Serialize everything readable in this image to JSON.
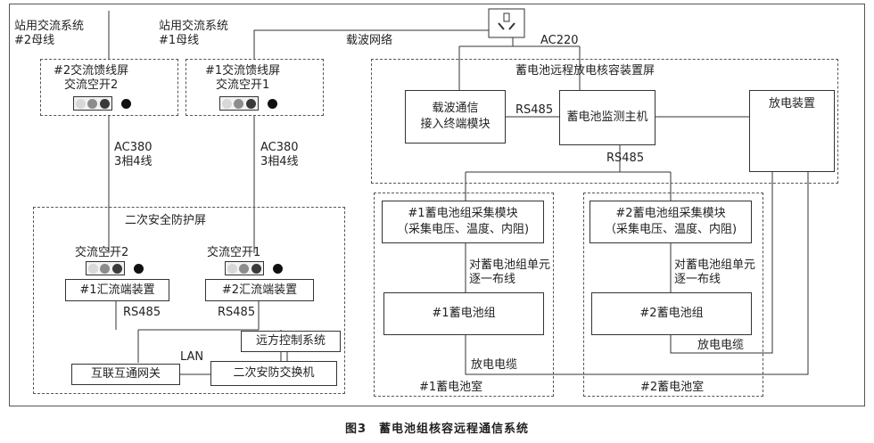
{
  "top": {
    "bus2": [
      "站用交流系统",
      "#2母线"
    ],
    "bus1": [
      "站用交流系统",
      "#1母线"
    ],
    "carrier": "载波网络",
    "ac220": "AC220"
  },
  "left": {
    "feeder2": [
      "#2交流馈线屏",
      "交流空开2"
    ],
    "feeder1": [
      "#1交流馈线屏",
      "交流空开1"
    ],
    "ac380_a": [
      "AC380",
      "3相4线"
    ],
    "ac380_b": [
      "AC380",
      "3相4线"
    ],
    "security_screen": "二次安全防护屏",
    "breaker2": "交流空开2",
    "breaker1": "交流空开1",
    "conv1": "#1汇流端装置",
    "conv2": "#2汇流端装置",
    "rs485_a": "RS485",
    "rs485_b": "RS485",
    "lan": "LAN",
    "remote": "远方控制系统",
    "gateway": "互联互通网关",
    "switch": "二次安防交换机"
  },
  "right": {
    "screen": "蓄电池远程放电核容装置屏",
    "carrier_module": [
      "载波通信",
      "接入终端模块"
    ],
    "rs485_link": "RS485",
    "host": "蓄电池监测主机",
    "discharge": "放电装置",
    "rs485_down": "RS485",
    "collect1": [
      "#1蓄电池组采集模块",
      "（采集电压、温度、内阻)"
    ],
    "collect2": [
      "#2蓄电池组采集模块",
      "（采集电压、温度、内阻)"
    ],
    "wiring1": [
      "对蓄电池组单元",
      "逐一布线"
    ],
    "wiring2": [
      "对蓄电池组单元",
      "逐一布线"
    ],
    "bat1": "#1蓄电池组",
    "bat2": "#2蓄电池组",
    "cable1": "放电电缆",
    "cable2": "放电电缆",
    "room1": "#1蓄电池室",
    "room2": "#2蓄电池室"
  },
  "caption": "图3　蓄电池组核容远程通信系统"
}
